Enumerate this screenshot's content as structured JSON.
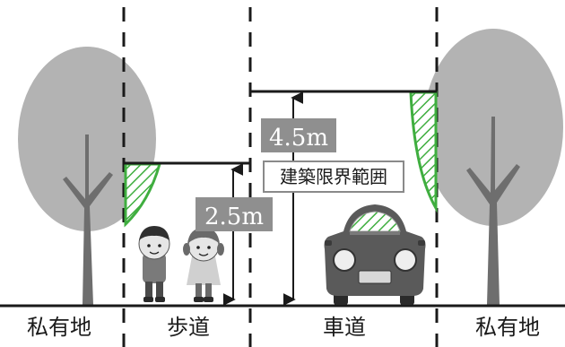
{
  "labels": {
    "private_left": "私有地",
    "sidewalk": "歩道",
    "roadway": "車道",
    "private_right": "私有地",
    "sidewalk_height": "2.5m",
    "roadway_height": "4.5m",
    "clearance_limit": "建築限界範囲"
  },
  "colors": {
    "tree": "#b3b3b3",
    "trunk": "#6e6e6e",
    "line": "#1a1a1a",
    "tag_fill": "#8f8f8f",
    "hatch_green": "#3fae3f",
    "car_body": "#5a5a5a",
    "background": "#ffffff"
  },
  "icons": {
    "tree_left": "tree-icon",
    "tree_right": "tree-icon",
    "boy": "child-icon",
    "girl": "child-icon",
    "car": "car-icon"
  }
}
